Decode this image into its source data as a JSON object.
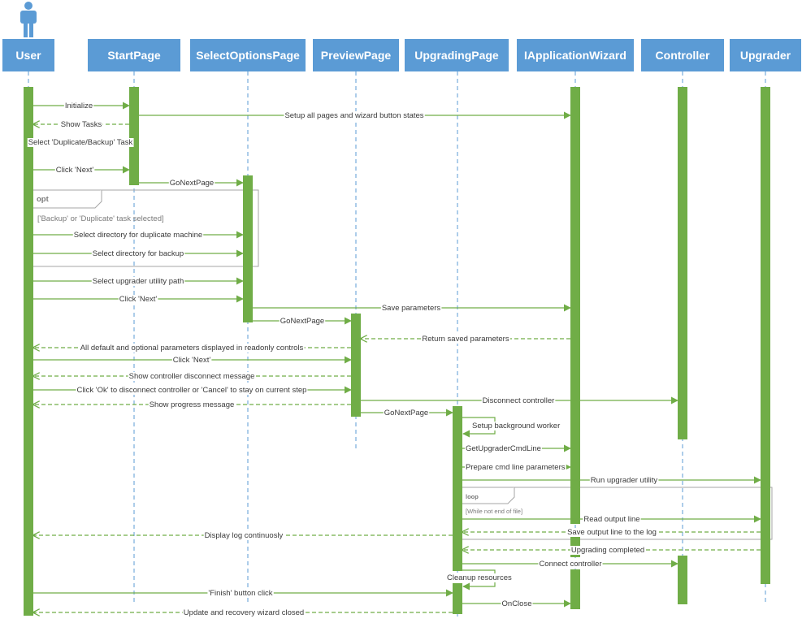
{
  "colors": {
    "header_fill": "#5b9bd5",
    "header_text": "#ffffff",
    "activation_fill": "#70ad47",
    "message_line": "#70ad47",
    "lifeline": "#5b9bd5",
    "fragment_border": "#a6a6a6",
    "text": "#3a3a3a"
  },
  "actor_icon": "person-icon",
  "participants": [
    {
      "id": "user",
      "label": "User"
    },
    {
      "id": "startpage",
      "label": "StartPage"
    },
    {
      "id": "selectoptions",
      "label": "SelectOptionsPage"
    },
    {
      "id": "preview",
      "label": "PreviewPage"
    },
    {
      "id": "upgrading",
      "label": "UpgradingPage"
    },
    {
      "id": "wizard",
      "label": "IApplicationWizard"
    },
    {
      "id": "controller",
      "label": "Controller"
    },
    {
      "id": "upgrader",
      "label": "Upgrader"
    }
  ],
  "fragments": [
    {
      "id": "opt",
      "operator": "opt",
      "guard": "['Backup' or 'Duplicate' task selected]"
    },
    {
      "id": "loop",
      "operator": "loop",
      "guard": "[While not end of file]"
    }
  ],
  "messages": [
    {
      "id": "m1",
      "from": "user",
      "to": "startpage",
      "label": "Initialize",
      "style": "sync"
    },
    {
      "id": "m2",
      "from": "startpage",
      "to": "wizard",
      "label": "Setup all pages and wizard button states",
      "style": "sync"
    },
    {
      "id": "m3",
      "from": "startpage",
      "to": "user",
      "label": "Show Tasks",
      "style": "return"
    },
    {
      "id": "m4",
      "from": "user",
      "to": "startpage",
      "label": "Select 'Duplicate/Backup' Task",
      "style": "sync"
    },
    {
      "id": "m5",
      "from": "user",
      "to": "startpage",
      "label": "Click 'Next'",
      "style": "sync"
    },
    {
      "id": "m6",
      "from": "startpage",
      "to": "selectoptions",
      "label": "GoNextPage",
      "style": "sync"
    },
    {
      "id": "m7",
      "from": "user",
      "to": "selectoptions",
      "label": "Select directory for duplicate machine",
      "style": "sync"
    },
    {
      "id": "m8",
      "from": "user",
      "to": "selectoptions",
      "label": "Select directory for backup",
      "style": "sync"
    },
    {
      "id": "m9",
      "from": "user",
      "to": "selectoptions",
      "label": "Select upgrader utility path",
      "style": "sync"
    },
    {
      "id": "m10",
      "from": "user",
      "to": "selectoptions",
      "label": "Click 'Next'",
      "style": "sync"
    },
    {
      "id": "m11",
      "from": "selectoptions",
      "to": "wizard",
      "label": "Save parameters",
      "style": "sync"
    },
    {
      "id": "m12",
      "from": "selectoptions",
      "to": "preview",
      "label": "GoNextPage",
      "style": "sync"
    },
    {
      "id": "m13",
      "from": "wizard",
      "to": "preview",
      "label": "Return saved parameters",
      "style": "return"
    },
    {
      "id": "m14",
      "from": "preview",
      "to": "user",
      "label": "All default and optional parameters displayed in readonly controls",
      "style": "return"
    },
    {
      "id": "m15",
      "from": "user",
      "to": "preview",
      "label": "Click 'Next'",
      "style": "sync"
    },
    {
      "id": "m16",
      "from": "preview",
      "to": "user",
      "label": "Show controller disconnect message",
      "style": "return"
    },
    {
      "id": "m17",
      "from": "user",
      "to": "preview",
      "label": "Click 'Ok' to disconnect controller or 'Cancel' to stay on current step",
      "style": "sync"
    },
    {
      "id": "m18",
      "from": "preview",
      "to": "user",
      "label": "Show progress message",
      "style": "return"
    },
    {
      "id": "m19",
      "from": "preview",
      "to": "controller",
      "label": "Disconnect controller",
      "style": "sync"
    },
    {
      "id": "m20",
      "from": "preview",
      "to": "upgrading",
      "label": "GoNextPage",
      "style": "sync"
    },
    {
      "id": "m21",
      "from": "upgrading",
      "to": "upgrading",
      "label": "Setup background worker",
      "style": "self"
    },
    {
      "id": "m22",
      "from": "upgrading",
      "to": "wizard",
      "label": "GetUpgraderCmdLine",
      "style": "sync"
    },
    {
      "id": "m23",
      "from": "upgrading",
      "to": "wizard",
      "label": "Prepare cmd line parameters",
      "style": "sync"
    },
    {
      "id": "m24",
      "from": "upgrading",
      "to": "upgrader",
      "label": "Run upgrader utility",
      "style": "sync"
    },
    {
      "id": "m25",
      "from": "upgrading",
      "to": "upgrader",
      "label": "Read output line",
      "style": "sync"
    },
    {
      "id": "m26",
      "from": "upgrader",
      "to": "upgrading",
      "label": "Save output line to the log",
      "style": "return"
    },
    {
      "id": "m27",
      "from": "upgrading",
      "to": "user",
      "label": "Display log continuosly",
      "style": "return"
    },
    {
      "id": "m28",
      "from": "upgrader",
      "to": "upgrading",
      "label": "Upgrading completed",
      "style": "return"
    },
    {
      "id": "m29",
      "from": "upgrading",
      "to": "controller",
      "label": "Connect controller",
      "style": "sync"
    },
    {
      "id": "m30",
      "from": "upgrading",
      "to": "upgrading",
      "label": "Cleanup resources",
      "style": "self"
    },
    {
      "id": "m31",
      "from": "user",
      "to": "upgrading",
      "label": "'Finish' button click",
      "style": "sync"
    },
    {
      "id": "m32",
      "from": "upgrading",
      "to": "wizard",
      "label": "OnClose",
      "style": "sync"
    },
    {
      "id": "m33",
      "from": "upgrading",
      "to": "user",
      "label": "Update and recovery wizard closed",
      "style": "return"
    }
  ]
}
